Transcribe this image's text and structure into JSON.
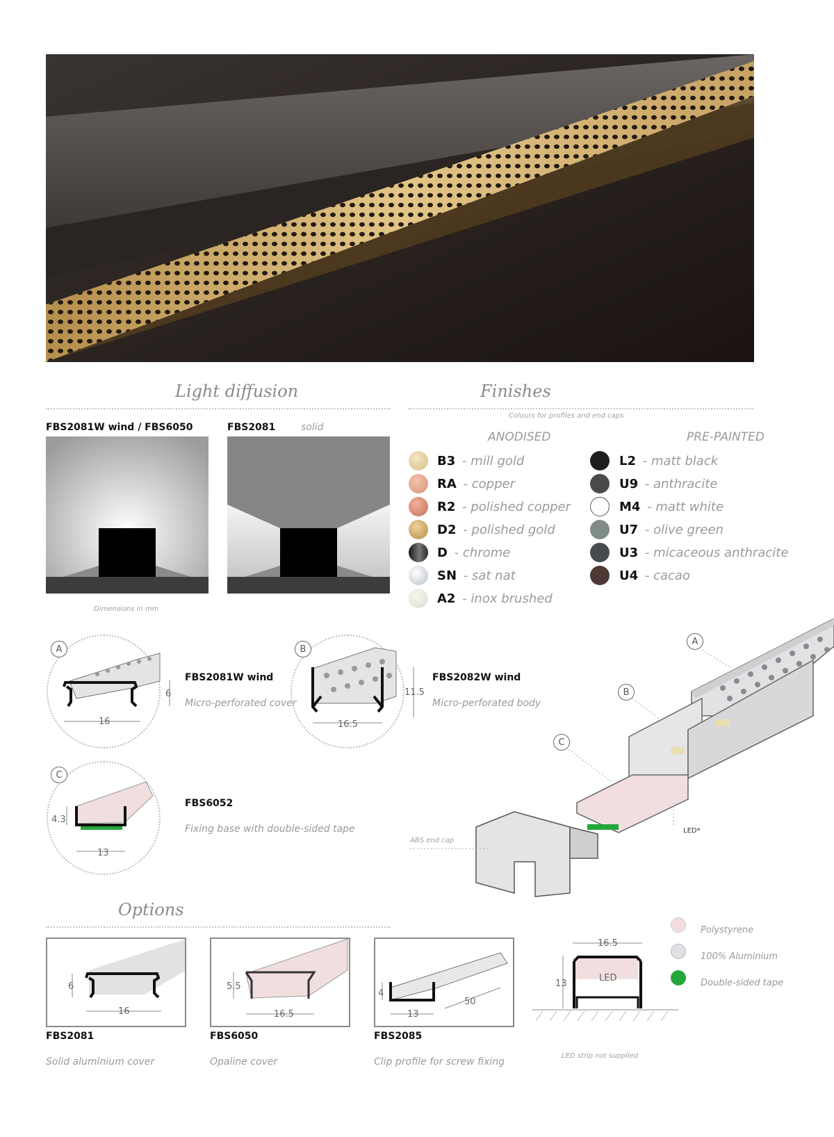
{
  "sections": {
    "light_diffusion": "Light diffusion",
    "finishes": "Finishes",
    "finishes_subtitle": "Colours for profiles and end caps",
    "options": "Options"
  },
  "diffusion": {
    "left_label": "FBS2081W wind / FBS6050",
    "right_label": "FBS2081",
    "right_tag": "solid",
    "note": "Dimensions in mm"
  },
  "anodised": {
    "heading": "ANODISED",
    "items": [
      {
        "code": "B3",
        "name": "mill gold",
        "color": "#e6cf9f"
      },
      {
        "code": "RA",
        "name": "copper",
        "color": "#e3a48a"
      },
      {
        "code": "R2",
        "name": "polished copper",
        "color": "#d88a6d"
      },
      {
        "code": "D2",
        "name": "polished gold",
        "color": "#c9a467"
      },
      {
        "code": "D",
        "name": "chrome",
        "color": "#555555"
      },
      {
        "code": "SN",
        "name": "sat nat",
        "color": "#d8dbe0"
      },
      {
        "code": "A2",
        "name": "inox brushed",
        "color": "#e6e6de"
      }
    ]
  },
  "prepainted": {
    "heading": "PRE-PAINTED",
    "items": [
      {
        "code": "L2",
        "name": "matt black",
        "color": "#1e1e1e"
      },
      {
        "code": "U9",
        "name": "anthracite",
        "color": "#4a4a4a"
      },
      {
        "code": "M4",
        "name": "matt white",
        "color": "#ffffff"
      },
      {
        "code": "U7",
        "name": "olive green",
        "color": "#7f8c8a"
      },
      {
        "code": "U3",
        "name": "micaceous anthracite",
        "color": "#454b4f"
      },
      {
        "code": "U4",
        "name": "cacao",
        "color": "#4e3834"
      }
    ]
  },
  "components": {
    "a": {
      "badge": "A",
      "code": "FBS2081W wind",
      "desc": "Micro-perforated cover",
      "dim_w": "16",
      "dim_h": "6"
    },
    "b": {
      "badge": "B",
      "code": "FBS2082W wind",
      "desc": "Micro-perforated body",
      "dim_w": "16.5",
      "dim_h": "11.5"
    },
    "c": {
      "badge": "C",
      "code": "FBS6052",
      "desc": "Fixing base with double-sided tape",
      "dim_w": "13",
      "dim_h": "4.3"
    }
  },
  "assembly": {
    "badge_a": "A",
    "badge_b": "B",
    "badge_c": "C",
    "end_cap": "ABS end cap",
    "led": "LED*"
  },
  "options": [
    {
      "code": "FBS2081",
      "desc": "Solid aluminium cover",
      "dim_w": "16",
      "dim_h": "6"
    },
    {
      "code": "FBS6050",
      "desc": "Opaline cover",
      "dim_w": "16.5",
      "dim_h": "5.5"
    },
    {
      "code": "FBS2085",
      "desc": "Clip profile for screw fixing",
      "dim_w": "13",
      "dim_h": "4",
      "dim_l": "50"
    }
  ],
  "section_drawing": {
    "width": "16.5",
    "height": "13",
    "led": "LED",
    "note": "LED strip not supplied"
  },
  "legend": [
    {
      "label": "Polystyrene",
      "color": "#f2dede"
    },
    {
      "label": "100% Aluminium",
      "color": "#e0e0e4"
    },
    {
      "label": "Double-sided tape",
      "color": "#22a83a"
    }
  ]
}
